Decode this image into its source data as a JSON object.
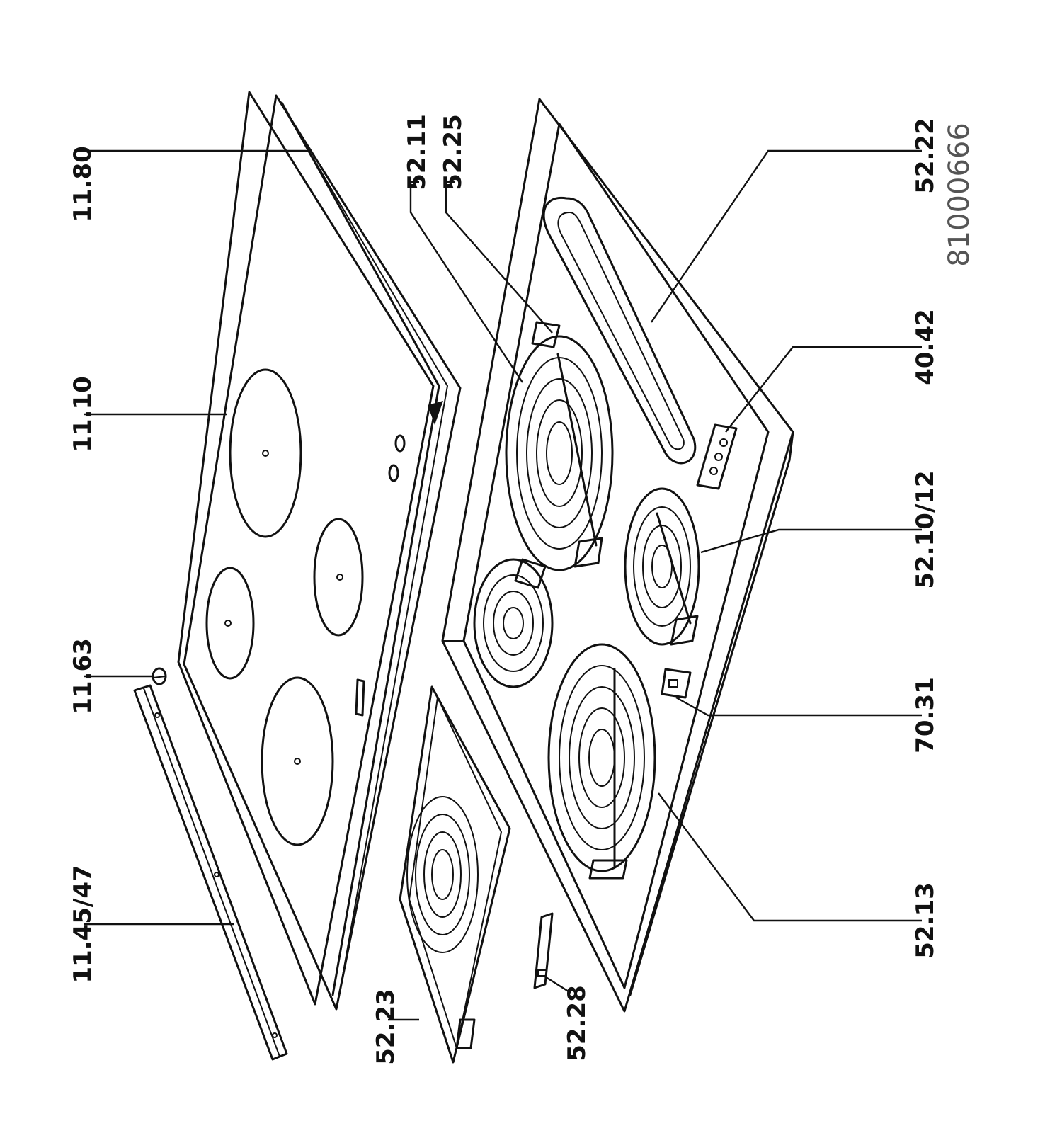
{
  "labels": [
    {
      "id": "l1180",
      "text": "11.80"
    },
    {
      "id": "l1110",
      "text": "11.10"
    },
    {
      "id": "l1163",
      "text": "11.63"
    },
    {
      "id": "l114547",
      "text": "11.45/47"
    },
    {
      "id": "l5223",
      "text": "52.23"
    },
    {
      "id": "l5228",
      "text": "52.28"
    },
    {
      "id": "l5211",
      "text": "52.11"
    },
    {
      "id": "l5225",
      "text": "52.25"
    },
    {
      "id": "l5222",
      "text": "52.22"
    },
    {
      "id": "l4042",
      "text": "40.42"
    },
    {
      "id": "l521012",
      "text": "52.10/12"
    },
    {
      "id": "l7031",
      "text": "70.31"
    },
    {
      "id": "l5213",
      "text": "52.13"
    }
  ],
  "reference_number": "81000666"
}
